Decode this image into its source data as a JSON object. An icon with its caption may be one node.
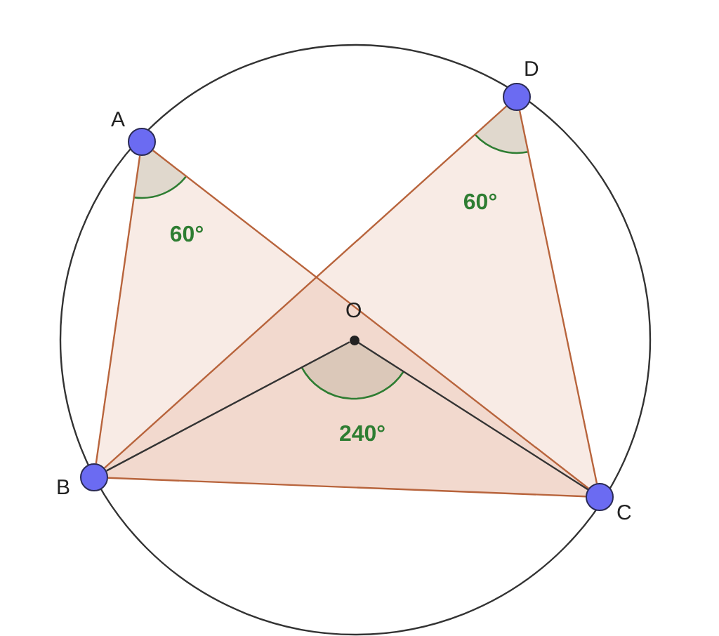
{
  "diagram": {
    "nodes": [
      {
        "text": [],
        "shape": "circle",
        "beside": [
          "A"
        ]
      },
      {
        "text": [],
        "shape": "circle",
        "beside": [
          "B"
        ]
      },
      {
        "text": [],
        "shape": "circle",
        "beside": [
          "C"
        ]
      },
      {
        "text": [],
        "shape": "circle",
        "beside": [
          "D"
        ]
      },
      {
        "text": [],
        "shape": "circle",
        "beside": [
          "O"
        ]
      }
    ],
    "edges": [
      {
        "from": 0,
        "to": 1,
        "arrow": "none"
      },
      {
        "from": 0,
        "to": 2,
        "arrow": "none"
      },
      {
        "from": 3,
        "to": 1,
        "arrow": "none"
      },
      {
        "from": 3,
        "to": 2,
        "arrow": "none"
      },
      {
        "from": 1,
        "to": 2,
        "arrow": "none"
      },
      {
        "from": 4,
        "to": 1,
        "arrow": "none",
        "color": "#333333"
      },
      {
        "from": 4,
        "to": 2,
        "arrow": "none",
        "color": "#333333"
      }
    ],
    "labels": [
      "60°",
      "60°",
      "240°"
    ]
  }
}
